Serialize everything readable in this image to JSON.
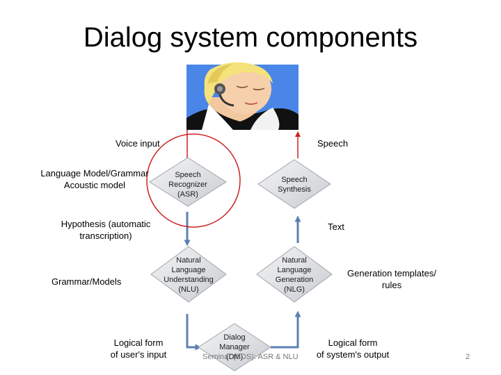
{
  "slide": {
    "title": "Dialog system components",
    "footer": "Seminar (SDS): ASR & NLU",
    "page_number": "2"
  },
  "labels": {
    "voice_input": "Voice input",
    "speech": "Speech",
    "language_model_line1": "Language Model/Grammar",
    "language_model_line2": "Acoustic model",
    "hypothesis_line1": "Hypothesis (automatic",
    "hypothesis_line2": "transcription)",
    "text": "Text",
    "grammar_models": "Grammar/Models",
    "generation_line1": "Generation templates/",
    "generation_line2": "rules",
    "logical_user_line1": "Logical form",
    "logical_user_line2": "of user's input",
    "logical_system_line1": "Logical form",
    "logical_system_line2": "of system's output"
  },
  "nodes": {
    "asr": [
      "Speech",
      "Recognizer",
      "(ASR)"
    ],
    "synthesis": [
      "Speech",
      "Synthesis"
    ],
    "nlu": [
      "Natural",
      "Language",
      "Understanding",
      "(NLU)"
    ],
    "nlg": [
      "Natural",
      "Language",
      "Generation",
      "(NLG)"
    ],
    "dm": [
      "Dialog",
      "Manager",
      "(DM)"
    ]
  },
  "colors": {
    "connector": "#5b7fb5",
    "voice_arrow": "#cc2222",
    "speech_arrow": "#cc2222",
    "highlight_circle": "#cc2222"
  }
}
